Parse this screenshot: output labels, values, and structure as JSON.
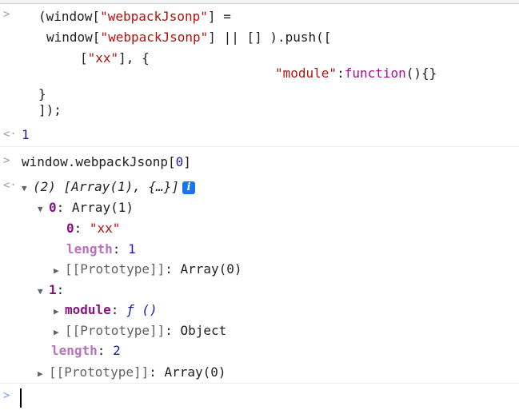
{
  "console": {
    "input1": {
      "prompt": ">",
      "lines": [
        {
          "a": "(window[",
          "b": "\"webpackJsonp\"",
          "c": "] ="
        },
        {
          "a": "window[",
          "b": "\"webpackJsonp\"",
          "c": "] || [] ).push(["
        },
        {
          "a": "[",
          "b": "\"xx\"",
          "c": "], {"
        },
        {
          "str": "\"module\"",
          "sep": ":",
          "kw": "function",
          "rest": "(){}"
        },
        {
          "text": "}"
        },
        {
          "text": "]);"
        }
      ]
    },
    "result1": {
      "prompt": "<·",
      "value": "1"
    },
    "input2": {
      "prompt": ">",
      "text": "window.webpackJsonp[",
      "index": "0",
      "close": "]"
    },
    "result2": {
      "prompt": "<·",
      "summary": {
        "count": "(2)",
        "preview": "[Array(1), {…}]",
        "info_icon": "i"
      },
      "tree": {
        "item0": {
          "key": "0",
          "value": "Array(1)",
          "children": {
            "el0": {
              "key": "0",
              "value": "\"xx\""
            },
            "length": {
              "key": "length",
              "value": "1"
            },
            "proto": {
              "key": "[[Prototype]]",
              "value": "Array(0)"
            }
          }
        },
        "item1": {
          "key": "1",
          "children": {
            "module": {
              "key": "module",
              "value": "ƒ ()"
            },
            "proto": {
              "key": "[[Prototype]]",
              "value": "Object"
            }
          }
        },
        "length": {
          "key": "length",
          "value": "2"
        },
        "proto": {
          "key": "[[Prototype]]",
          "value": "Array(0)"
        }
      }
    },
    "input3": {
      "prompt": ">",
      "value": ""
    }
  },
  "colors": {
    "string": "#c41a16",
    "keyword": "#aa0d91",
    "number": "#1a1aa6",
    "key": "#881280",
    "info": "#1a73e8"
  }
}
